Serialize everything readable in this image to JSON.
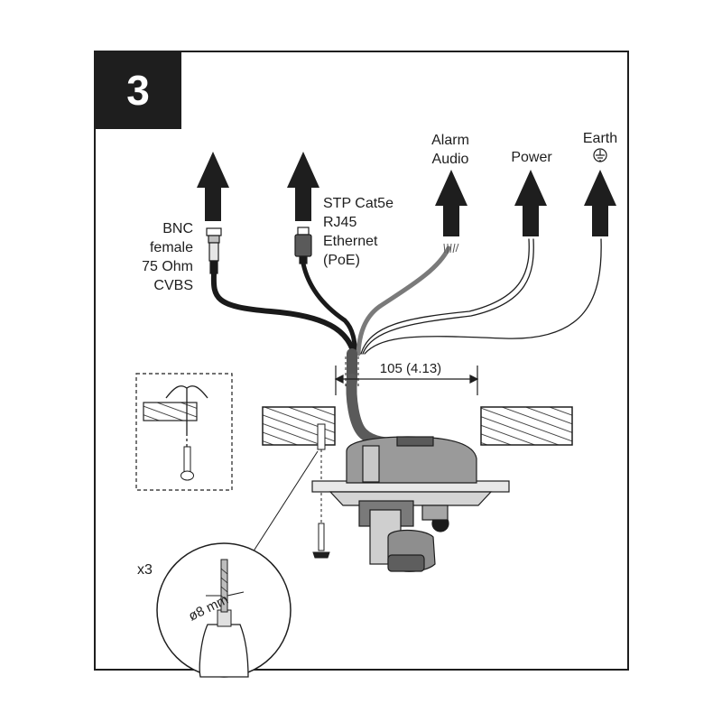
{
  "step": {
    "number": "3"
  },
  "labels": {
    "bnc": [
      "BNC",
      "female",
      "75 Ohm",
      "CVBS"
    ],
    "stp": [
      "STP Cat5e",
      "RJ45",
      "Ethernet",
      "(PoE)"
    ],
    "alarm": [
      "Alarm",
      "Audio"
    ],
    "power": "Power",
    "earth": "Earth"
  },
  "dimension": {
    "text": "105 (4.13)"
  },
  "drill": {
    "count": "x3",
    "diameter": "ø8 mm"
  },
  "colors": {
    "frame": "#1e1e1e",
    "cable_dark": "#1a1a1a",
    "cable_grey": "#6e6e6e",
    "camera_light": "#cfcfcf",
    "camera_mid": "#8a8a8a"
  },
  "icons": [
    "up-arrow-icon",
    "earth-ground-icon",
    "bnc-connector-icon",
    "rj45-connector-icon",
    "screw-icon",
    "anchor-icon",
    "drill-icon"
  ]
}
